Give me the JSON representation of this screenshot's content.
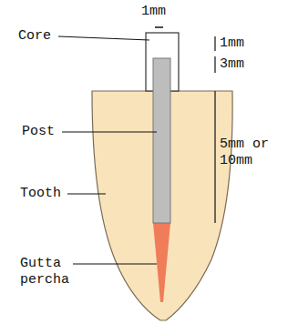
{
  "diagram": {
    "labels": [
      "1mm",
      "Core",
      "1mm",
      "3mm",
      "Post",
      "5mm or 10mm",
      "Tooth",
      "Gutta percha"
    ]
  }
}
